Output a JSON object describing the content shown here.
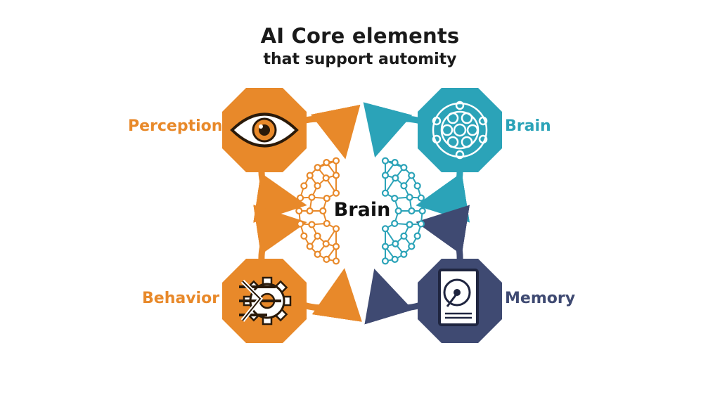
{
  "title": {
    "line1": "AI Core elements",
    "line2": "that support automity"
  },
  "center": {
    "label": "Brain"
  },
  "nodes": [
    {
      "key": "perception",
      "label": "Perception",
      "icon": "eye-icon",
      "color": "#E8892A"
    },
    {
      "key": "brain",
      "label": "Brain",
      "icon": "neural-network-icon",
      "color": "#2BA3B8"
    },
    {
      "key": "behavior",
      "label": "Behavior",
      "icon": "gear-wrench-icon",
      "color": "#E8892A"
    },
    {
      "key": "memory",
      "label": "Memory",
      "icon": "hard-drive-icon",
      "color": "#3F4A72"
    }
  ],
  "colors": {
    "orange": "#E8892A",
    "teal": "#2BA3B8",
    "navy": "#3F4A72",
    "text_dark": "#1a1a1a"
  }
}
